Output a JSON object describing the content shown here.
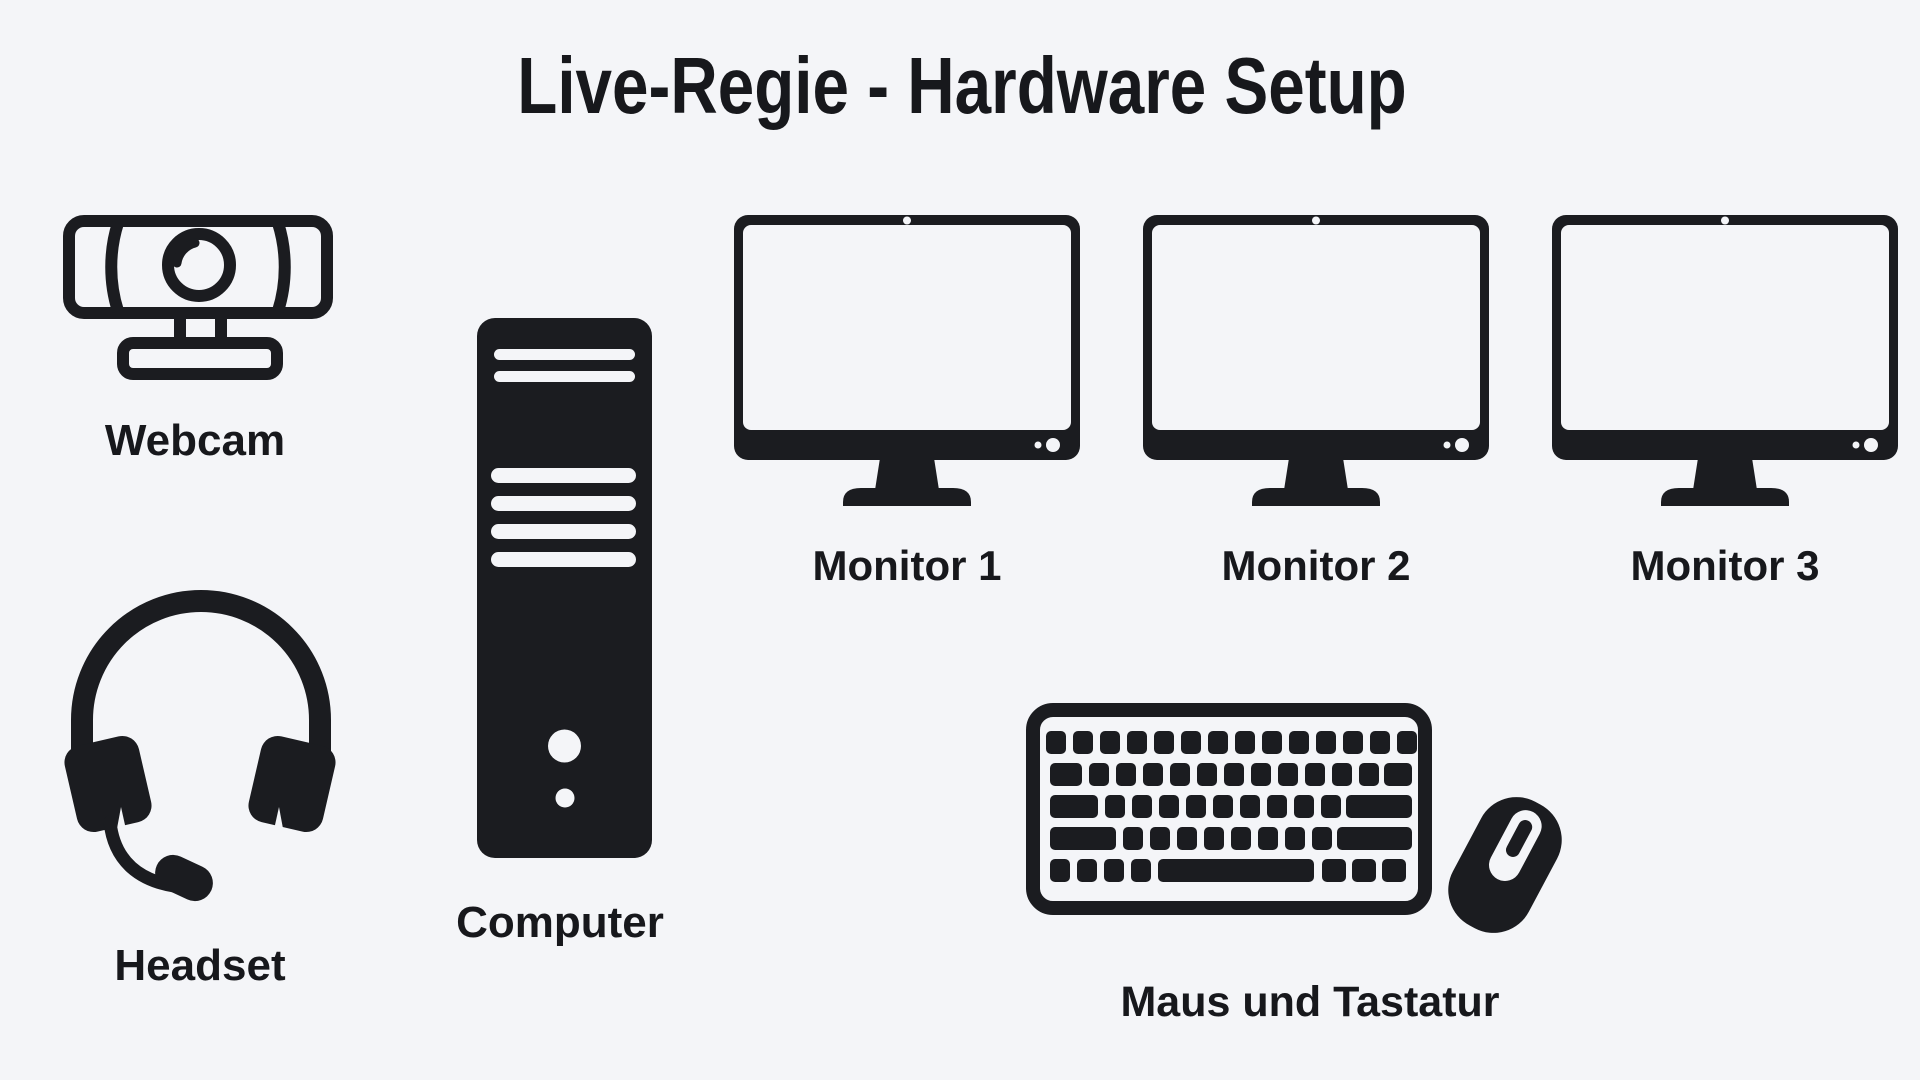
{
  "title": "Live-Regie - Hardware Setup",
  "colors": {
    "background": "#f4f5f8",
    "ink": "#1b1c20",
    "text": "#17181c"
  },
  "items": {
    "webcam": "Webcam",
    "headset": "Headset",
    "computer": "Computer",
    "monitor1": "Monitor 1",
    "monitor2": "Monitor 2",
    "monitor3": "Monitor 3",
    "mouse_keyboard": "Maus und Tastatur"
  }
}
